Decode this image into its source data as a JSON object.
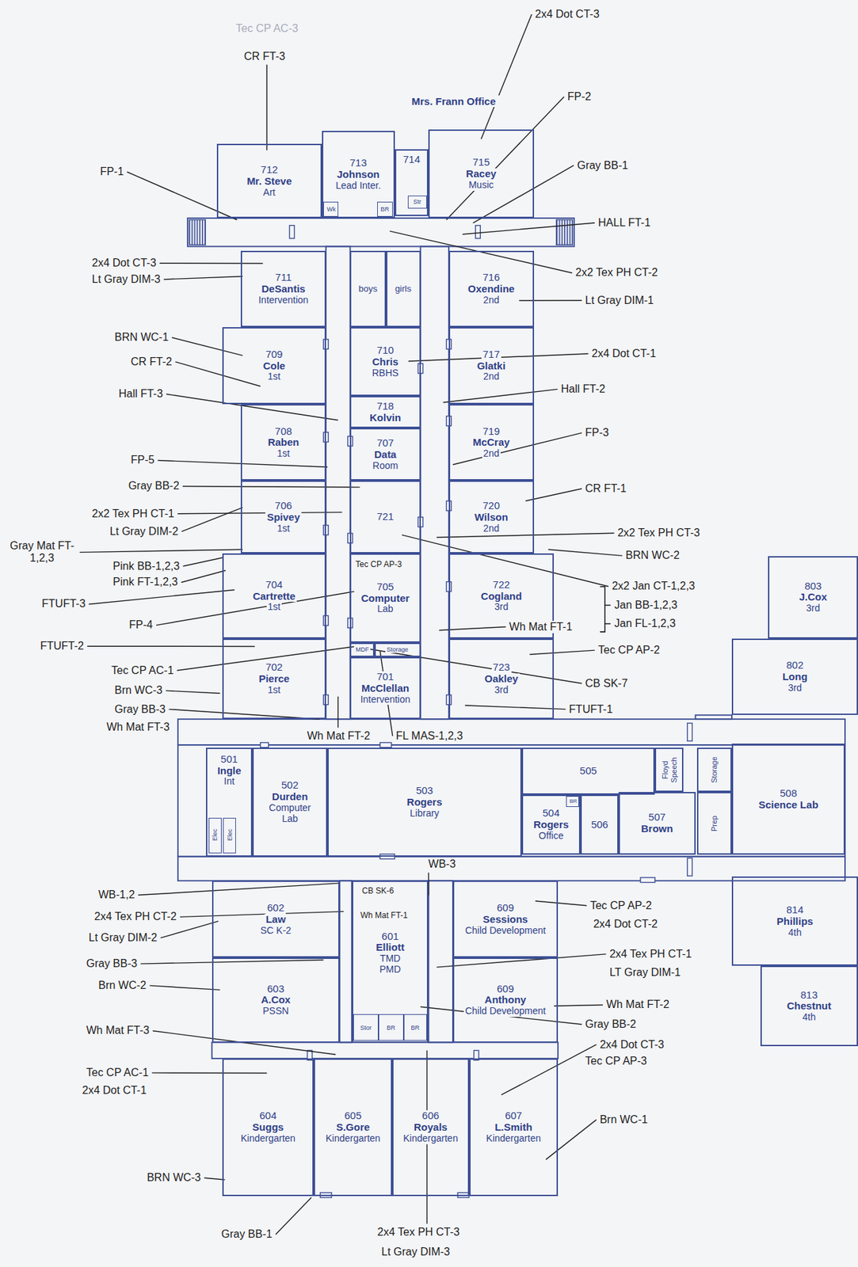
{
  "diagram": {
    "nodes": [
      {
        "text": [
          "712",
          "Mr. Steve",
          "Art"
        ]
      },
      {
        "text": [
          "713",
          "Johnson",
          "Lead Inter."
        ]
      },
      {
        "text": [
          "Wk"
        ],
        "in": 1
      },
      {
        "text": [
          "BR"
        ],
        "in": 1
      },
      {
        "text": [
          "714"
        ]
      },
      {
        "text": [
          "Str"
        ],
        "in": 4
      },
      {
        "text": [
          "715",
          "Racey",
          "Music"
        ]
      },
      {
        "text": [
          "711",
          "DeSantis",
          "Intervention"
        ]
      },
      {
        "text": [
          "709",
          "Cole",
          "1st"
        ]
      },
      {
        "text": [
          "708",
          "Raben",
          "1st"
        ]
      },
      {
        "text": [
          "706",
          "Spivey",
          "1st"
        ]
      },
      {
        "text": [
          "704",
          "Cartrette",
          "1st"
        ]
      },
      {
        "text": [
          "702",
          "Pierce",
          "1st"
        ]
      },
      {
        "text": [
          "boys"
        ]
      },
      {
        "text": [
          "girls"
        ]
      },
      {
        "text": [
          "710",
          "Chris",
          "RBHS"
        ]
      },
      {
        "text": [
          "718",
          "Kolvin"
        ]
      },
      {
        "text": [
          "707",
          "Data",
          "Room"
        ]
      },
      {
        "text": [
          "721"
        ]
      },
      {
        "text": [
          "705",
          "Computer",
          "Lab"
        ]
      },
      {
        "text": [
          "MDF"
        ]
      },
      {
        "text": [
          "Storage"
        ]
      },
      {
        "text": [
          "701",
          "McClellan",
          "Intervention"
        ]
      },
      {
        "text": [
          "716",
          "Oxendine",
          "2nd"
        ]
      },
      {
        "text": [
          "717",
          "Glatki",
          "2nd"
        ]
      },
      {
        "text": [
          "719",
          "McCray",
          "2nd"
        ]
      },
      {
        "text": [
          "720",
          "Wilson",
          "2nd"
        ]
      },
      {
        "text": [
          "722",
          "Cogland",
          "3rd"
        ]
      },
      {
        "text": [
          "723",
          "Oakley",
          "3rd"
        ]
      },
      {
        "text": [
          "803",
          "J.Cox",
          "3rd"
        ]
      },
      {
        "text": [
          "802",
          "Long",
          "3rd"
        ]
      },
      {
        "text": [
          "501",
          "Ingle",
          "Int"
        ]
      },
      {
        "text": [
          "Elec"
        ],
        "in": 31
      },
      {
        "text": [
          "Elec"
        ],
        "in": 31
      },
      {
        "text": [
          "502",
          "Durden",
          "Computer",
          "Lab"
        ]
      },
      {
        "text": [
          "503",
          "Rogers",
          "Library"
        ]
      },
      {
        "text": [
          "505"
        ]
      },
      {
        "text": [
          "504",
          "Rogers",
          "Office"
        ]
      },
      {
        "text": [
          "BR"
        ],
        "in": 37
      },
      {
        "text": [
          "506"
        ]
      },
      {
        "text": [
          "507",
          "Brown"
        ]
      },
      {
        "text": [
          "Floyd Speech"
        ]
      },
      {
        "text": [
          "Storage"
        ]
      },
      {
        "text": [
          "Prep"
        ]
      },
      {
        "text": [
          "508",
          "Science Lab"
        ]
      },
      {
        "text": [
          "814",
          "Phillips",
          "4th"
        ]
      },
      {
        "text": [
          "813",
          "Chestnut",
          "4th"
        ]
      },
      {
        "text": [
          "602",
          "Law",
          "SC K-2"
        ]
      },
      {
        "text": [
          "601",
          "Elliott",
          "TMD",
          "PMD"
        ]
      },
      {
        "text": [
          "Stor"
        ],
        "in": 48
      },
      {
        "text": [
          "BR"
        ],
        "in": 48
      },
      {
        "text": [
          "BR"
        ],
        "in": 48
      },
      {
        "text": [
          "609",
          "Sessions",
          "Child Development"
        ]
      },
      {
        "text": [
          "603",
          "A.Cox",
          "PSSN"
        ]
      },
      {
        "text": [
          "609",
          "Anthony",
          "Child Development"
        ]
      },
      {
        "text": [
          "604",
          "Suggs",
          "Kindergarten"
        ]
      },
      {
        "text": [
          "605",
          "S.Gore",
          "Kindergarten"
        ]
      },
      {
        "text": [
          "606",
          "Royals",
          "Kindergarten"
        ]
      },
      {
        "text": [
          "607",
          "L.Smith",
          "Kindergarten"
        ]
      }
    ],
    "labels": [
      "Tec CP AC-3",
      "2x4 Dot CT-3",
      "CR FT-3",
      "Mrs. Frann Office",
      "FP-2",
      "FP-1",
      "Gray BB-1",
      "HALL FT-1",
      "2x4 Dot CT-3",
      "Lt Gray DIM-3",
      "2x2 Tex PH CT-2",
      "Lt Gray DIM-1",
      "BRN WC-1",
      "2x4 Dot CT-1",
      "CR FT-2",
      "Hall FT-3",
      "Hall FT-2",
      "FP-3",
      "FP-5",
      "Gray BB-2",
      "CR FT-1",
      "2x2 Tex PH CT-1",
      "Lt Gray DIM-2",
      "2x2 Tex PH CT-3",
      "Gray Mat FT-1,2,3",
      "BRN WC-2",
      "Pink BB-1,2,3",
      "Pink FT-1,2,3",
      "Tec CP AP-3",
      "2x2 Jan CT-1,2,3",
      "Jan BB-1,2,3",
      "Jan FL-1,2,3",
      "FTUFT-3",
      "Wh Mat FT-1",
      "FP-4",
      "FTUFT-2",
      "Tec CP AP-2",
      "Tec CP AC-1",
      "CB SK-7",
      "Brn WC-3",
      "Gray BB-3",
      "FTUFT-1",
      "Wh Mat FT-3",
      "Wh Mat FT-2",
      "FL MAS-1,2,3",
      "WB-3",
      "WB-1,2",
      "CB SK-6",
      "Wh Mat FT-1",
      "2x4 Tex PH CT-2",
      "Lt Gray DIM-2",
      "Tec CP AP-2",
      "2x4 Dot CT-2",
      "Gray BB-3",
      "2x4 Tex PH CT-1",
      "LT Gray DIM-1",
      "Brn WC-2",
      "Wh Mat FT-2",
      "Gray BB-2",
      "Wh Mat FT-3",
      "2x4 Dot CT-3",
      "Tec CP AP-3",
      "Tec CP AC-1",
      "2x4 Dot CT-1",
      "Brn WC-1",
      "BRN WC-3",
      "Gray BB-1",
      "2x4 Tex PH CT-3",
      "Lt Gray DIM-3"
    ]
  }
}
